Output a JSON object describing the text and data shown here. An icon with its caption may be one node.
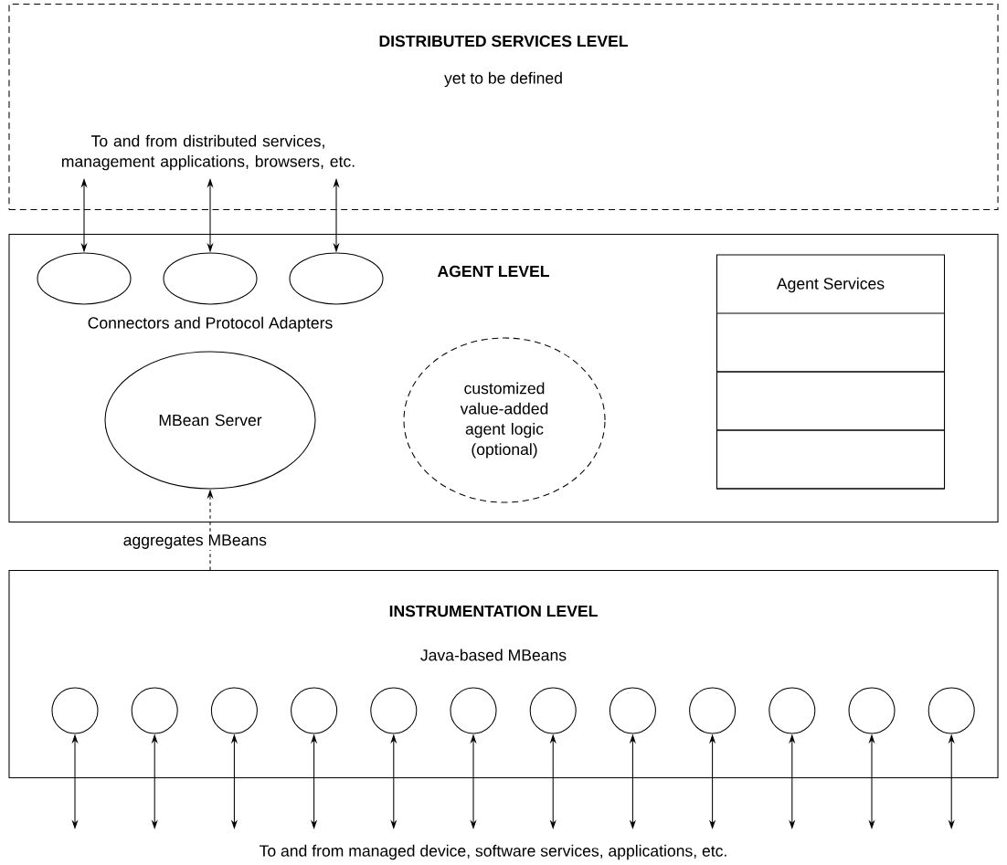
{
  "diagram": {
    "nodes": [
      {
        "text": [
          "DISTRIBUTED SERVICES LEVEL",
          "yet to be defined",
          "To and from distributed services, management applications, browsers, etc."
        ]
      },
      {
        "text": [
          "AGENT LEVEL"
        ]
      },
      {
        "text": [],
        "shape": "ellipse",
        "in": 1
      },
      {
        "text": [],
        "shape": "ellipse",
        "in": 1
      },
      {
        "text": [],
        "shape": "ellipse",
        "in": 1
      },
      {
        "text": [
          "MBean Server"
        ],
        "in": 1
      },
      {
        "text": [
          "customized value-added agent logic (optional)"
        ],
        "in": 1
      },
      {
        "text": [
          "Agent Services"
        ],
        "in": 1
      },
      {
        "text": [],
        "shape": "box",
        "in": 7
      },
      {
        "text": [],
        "shape": "box",
        "in": 7
      },
      {
        "text": [],
        "shape": "box",
        "in": 7
      },
      {
        "text": [
          "INSTRUMENTATION LEVEL",
          "Java-based MBeans"
        ]
      },
      {
        "text": [],
        "shape": "circle",
        "in": 11
      },
      {
        "text": [],
        "shape": "circle",
        "in": 11
      },
      {
        "text": [],
        "shape": "circle",
        "in": 11
      },
      {
        "text": [],
        "shape": "circle",
        "in": 11
      },
      {
        "text": [],
        "shape": "circle",
        "in": 11
      },
      {
        "text": [],
        "shape": "circle",
        "in": 11
      },
      {
        "text": [],
        "shape": "circle",
        "in": 11
      },
      {
        "text": [],
        "shape": "circle",
        "in": 11
      },
      {
        "text": [],
        "shape": "circle",
        "in": 11
      },
      {
        "text": [],
        "shape": "circle",
        "in": 11
      },
      {
        "text": [],
        "shape": "circle",
        "in": 11
      },
      {
        "text": [],
        "shape": "circle",
        "in": 11
      }
    ],
    "edges": [
      {
        "from": 0,
        "to": 2,
        "arrow": "both"
      },
      {
        "from": 0,
        "to": 3,
        "arrow": "both"
      },
      {
        "from": 0,
        "to": 4,
        "arrow": "both"
      },
      {
        "from": 11,
        "to": 5,
        "arrow": "to",
        "style": "dashed",
        "label": "aggregates MBeans"
      },
      {
        "from": 12,
        "to": null,
        "arrow": "both"
      },
      {
        "from": 13,
        "to": null,
        "arrow": "both"
      },
      {
        "from": 14,
        "to": null,
        "arrow": "both"
      },
      {
        "from": 15,
        "to": null,
        "arrow": "both"
      },
      {
        "from": 16,
        "to": null,
        "arrow": "both"
      },
      {
        "from": 17,
        "to": null,
        "arrow": "both"
      },
      {
        "from": 18,
        "to": null,
        "arrow": "both"
      },
      {
        "from": 19,
        "to": null,
        "arrow": "both"
      },
      {
        "from": 20,
        "to": null,
        "arrow": "both"
      },
      {
        "from": 21,
        "to": null,
        "arrow": "both"
      },
      {
        "from": 22,
        "to": null,
        "arrow": "both"
      },
      {
        "from": 23,
        "to": null,
        "arrow": "both"
      }
    ],
    "labels": [
      "Connectors and Protocol Adapters",
      "To and from managed device, software services, applications, etc."
    ]
  }
}
